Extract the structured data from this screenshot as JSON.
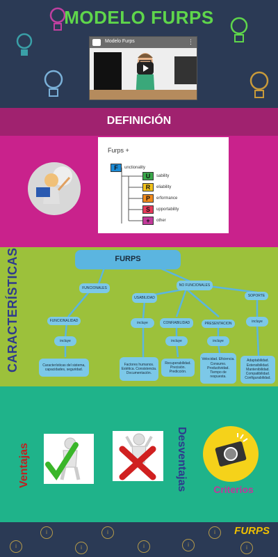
{
  "hero": {
    "title": "MODELO FURPS",
    "video": {
      "title": "Modelo Furps",
      "menu_icon": "more-vert-icon",
      "play_icon": "play-icon"
    }
  },
  "definition": {
    "header": "DEFINICIÓN",
    "card": {
      "heading": "Furps +",
      "rows": [
        {
          "letter": "F",
          "word": "unctionality",
          "color": "#1c8bd6"
        },
        {
          "letter": "U",
          "word": "sability",
          "color": "#3aa84a"
        },
        {
          "letter": "R",
          "word": "eliability",
          "color": "#f2c21a"
        },
        {
          "letter": "P",
          "word": "erformance",
          "color": "#f08a1c"
        },
        {
          "letter": "S",
          "word": "upportability",
          "color": "#e63a5a"
        },
        {
          "letter": "+",
          "word": "other",
          "color": "#c23a9a"
        }
      ]
    }
  },
  "characteristics": {
    "title": "CARACTERÍSTICAS",
    "root": "FURPS",
    "funcionales": "FUNCIONALES",
    "no_funcionales": "NO FUNCIONALES",
    "funcionalidad": "FUNCIONALIDAD",
    "usabilidad": "USABILIDAD",
    "confiabilidad": "CONFIABILIDAD",
    "presentacion": "PRESENTACION",
    "soporte": "SOPORTE",
    "incluye": "incluye",
    "leaf_funcionalidad": "Características del sistema, capacidades, seguridad.",
    "leaf_usabilidad": "Factores humanos. Estética. Consistencia. Documentación.",
    "leaf_confiabilidad": "Recuperabilidad. Precisión. Predicción.",
    "leaf_presentacion": "Velocidad. Eficiencia. Consumo. Productividad. Tiempo de respuesta.",
    "leaf_soporte": "Adaptabilidad. Extensibilidad. Mantenibilidad. Compatibilidad. Configurabilidad."
  },
  "pros_cons": {
    "ventajas": "Ventajas",
    "desventajas": "Desventajas",
    "criterios": "Criterios"
  },
  "footer": {
    "title": "FURPS",
    "icon": "info-circle-icon",
    "icon_glyph": "i"
  }
}
